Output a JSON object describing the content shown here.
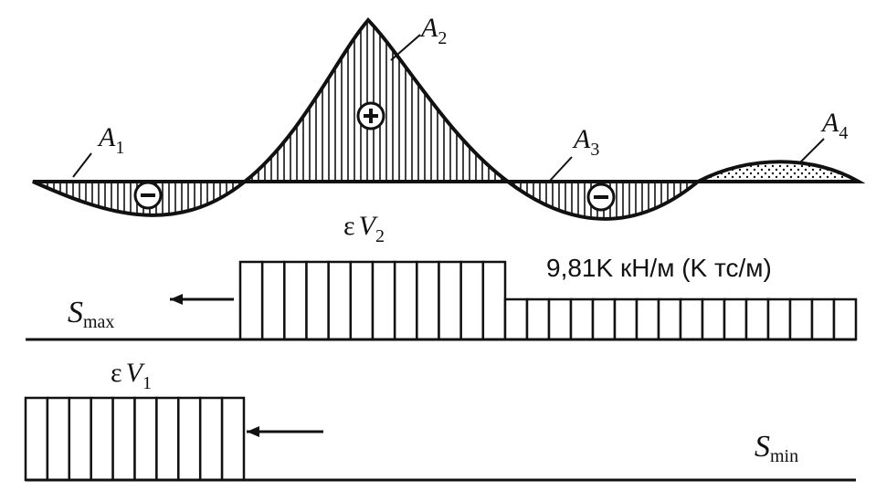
{
  "labels": {
    "a1": "A",
    "a1_sub": "1",
    "a2": "A",
    "a2_sub": "2",
    "a3": "A",
    "a3_sub": "3",
    "a4": "A",
    "a4_sub": "4",
    "ev2_eps": "ε",
    "ev2_v": "V",
    "ev2_sub": "2",
    "ev1_eps": "ε",
    "ev1_v": "V",
    "ev1_sub": "1",
    "load": "9,81K кН/м (K тс/м)",
    "smax_s": "S",
    "smax_sub": "max",
    "smin_s": "S",
    "smin_sub": "min"
  },
  "signs": {
    "minus": "−",
    "plus": "+"
  },
  "colors": {
    "ink": "#111111",
    "paper": "#ffffff"
  }
}
